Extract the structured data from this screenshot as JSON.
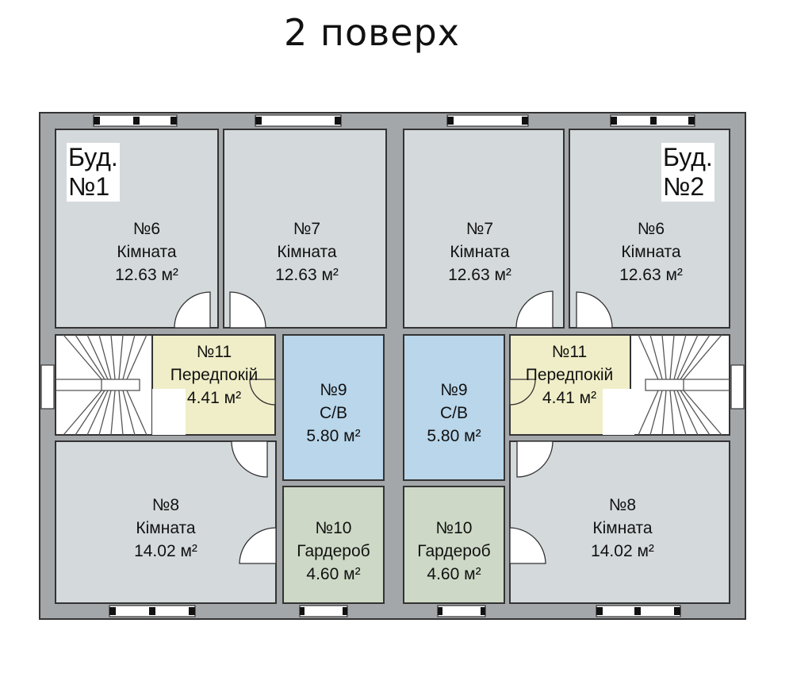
{
  "title": "2 поверх",
  "colors": {
    "room": "#d4d9dc",
    "hall": "#f0eec8",
    "bath": "#b9d6ea",
    "wardrobe": "#cdd9c6",
    "wall": "#a4a7a9"
  },
  "buildings": {
    "left": {
      "line1": "Буд.",
      "line2": "№1"
    },
    "right": {
      "line1": "Буд.",
      "line2": "№2"
    }
  },
  "rooms": {
    "b1_room6": {
      "number": "№6",
      "name": "Кімната",
      "area": "12.63 м²"
    },
    "b1_room7": {
      "number": "№7",
      "name": "Кімната",
      "area": "12.63 м²"
    },
    "b2_room7": {
      "number": "№7",
      "name": "Кімната",
      "area": "12.63 м²"
    },
    "b2_room6": {
      "number": "№6",
      "name": "Кімната",
      "area": "12.63 м²"
    },
    "b1_hall11": {
      "number": "№11",
      "name": "Передпокій",
      "area": "4.41 м²"
    },
    "b2_hall11": {
      "number": "№11",
      "name": "Передпокій",
      "area": "4.41 м²"
    },
    "b1_bath9": {
      "number": "№9",
      "name": "С/В",
      "area": "5.80 м²"
    },
    "b2_bath9": {
      "number": "№9",
      "name": "С/В",
      "area": "5.80 м²"
    },
    "b1_room8": {
      "number": "№8",
      "name": "Кімната",
      "area": "14.02 м²"
    },
    "b2_room8": {
      "number": "№8",
      "name": "Кімната",
      "area": "14.02 м²"
    },
    "b1_ward10": {
      "number": "№10",
      "name": "Гардероб",
      "area": "4.60 м²"
    },
    "b2_ward10": {
      "number": "№10",
      "name": "Гардероб",
      "area": "4.60 м²"
    }
  }
}
